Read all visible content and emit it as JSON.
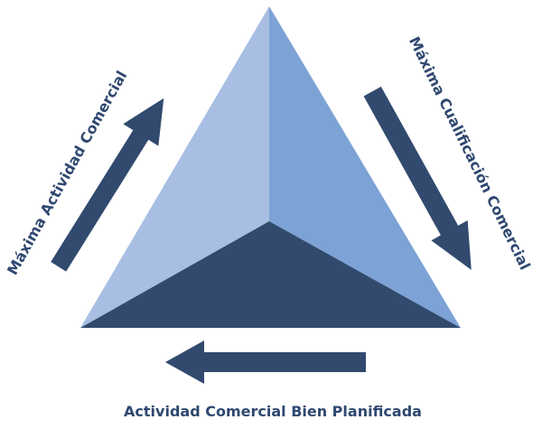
{
  "diagram": {
    "labels": {
      "left": "Máxima Actividad Comercial",
      "right": "Máxima Cualificación Comercial",
      "bottom": "Actividad Comercial Bien Planificada"
    },
    "colors": {
      "face_left": "#a8bfe3",
      "face_right": "#7da2d5",
      "face_bottom": "#314a6e",
      "arrow": "#314a6e",
      "label": "#2f4870"
    }
  }
}
